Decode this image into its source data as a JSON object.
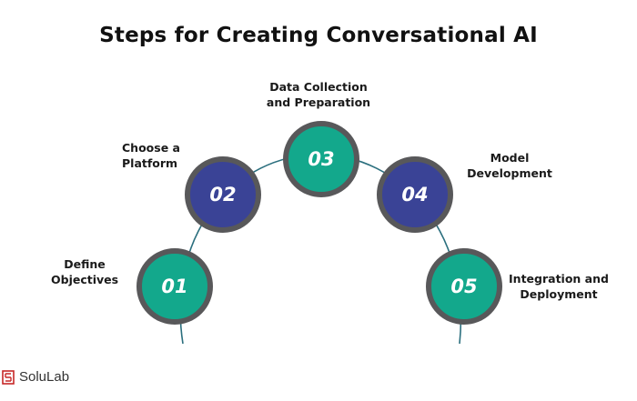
{
  "title": "Steps for Creating Conversational AI",
  "steps": [
    {
      "number": "01",
      "label_line1": "Define",
      "label_line2": "Objectives",
      "color": "#13a88c"
    },
    {
      "number": "02",
      "label_line1": "Choose a",
      "label_line2": "Platform",
      "color": "#3a4396"
    },
    {
      "number": "03",
      "label_line1": "Data Collection",
      "label_line2": "and Preparation",
      "color": "#13a88c"
    },
    {
      "number": "04",
      "label_line1": "Model",
      "label_line2": "Development",
      "color": "#3a4396"
    },
    {
      "number": "05",
      "label_line1": "Integration and",
      "label_line2": "Deployment",
      "color": "#13a88c"
    }
  ],
  "brand": {
    "name": "SoluLab",
    "icon": "solulab-logo-icon",
    "color": "#c62828"
  }
}
